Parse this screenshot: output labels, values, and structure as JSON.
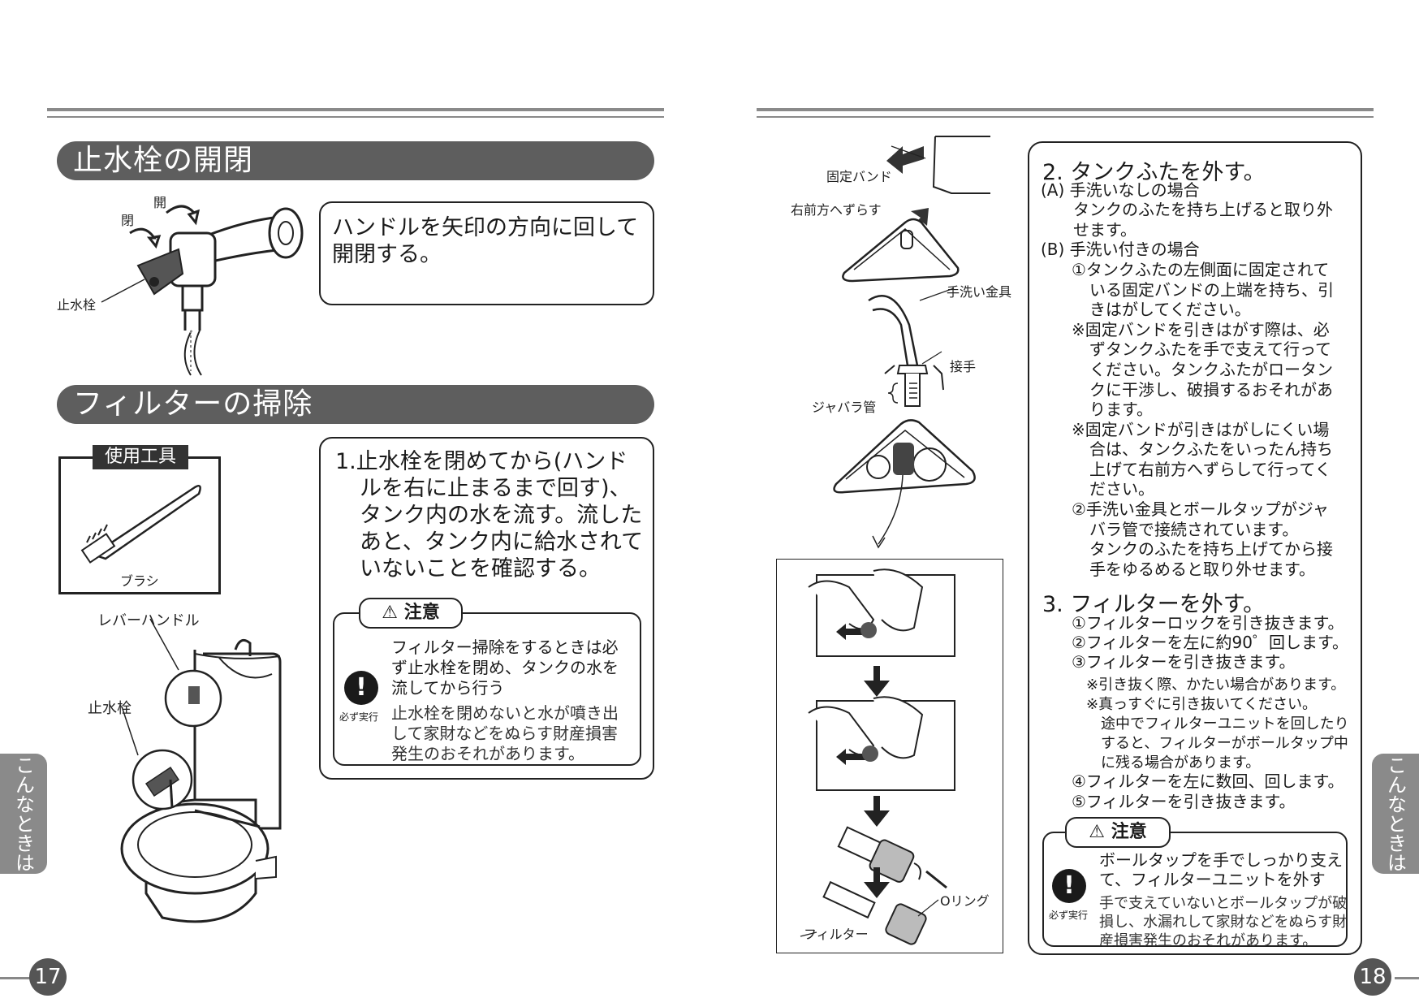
{
  "left": {
    "section1": {
      "title": "止水栓の開閉",
      "labels": {
        "open": "開",
        "close": "閉",
        "valve": "止水栓"
      },
      "instruction": "ハンドルを矢印の方向に回して開閉する。"
    },
    "section2": {
      "title": "フィルターの掃除",
      "tools_title": "使用工具",
      "brush_label": "ブラシ",
      "lever_label": "レバーハンドル",
      "valve_label": "止水栓",
      "step1": [
        "1.止水栓を閉めてから(ハンド",
        "ルを右に止まるまで回す)、",
        "タンク内の水を流す。流した",
        "あと、タンク内に給水されて",
        "いないことを確認する。"
      ],
      "caution": {
        "title": "注意",
        "bold_lines": [
          "フィルター掃除をするときは必",
          "ず止水栓を閉め、タンクの水を",
          "流してから行う"
        ],
        "must_label": "必ず実行",
        "lines": [
          "止水栓を閉めないと水が噴き出",
          "して家財などをぬらす財産損害",
          "発生のおそれがあります。"
        ]
      }
    },
    "side_tab": "こんなときは",
    "page_number": "17"
  },
  "right": {
    "diagram_labels": {
      "band": "固定バンド",
      "shift": "右前方へずらす",
      "faucet": "手洗い金具",
      "joint": "接手",
      "bellows": "ジャバラ管",
      "oring": "Oリング",
      "filter": "フィルター"
    },
    "step2": {
      "title": "2. タンクふたを外す。",
      "a_head": "(A) 手洗いなしの場合",
      "a_lines": [
        "タンクのふたを持ち上げると取り外",
        "せます。"
      ],
      "b_head": "(B) 手洗い付きの場合",
      "b1": [
        "①タンクふたの左側面に固定されて",
        "いる固定バンドの上端を持ち、引",
        "きはがしてください。"
      ],
      "n1": [
        "※固定バンドを引きはがす際は、必",
        "ずタンクふたを手で支えて行って",
        "ください。タンクふたがロータン",
        "クに干渉し、破損するおそれがあ",
        "ります。"
      ],
      "n2": [
        "※固定バンドが引きはがしにくい場",
        "合は、タンクふたをいったん持ち",
        "上げて右前方へずらして行ってく",
        "ださい。"
      ],
      "b2": [
        "②手洗い金具とボールタップがジャ",
        "バラ管で接続されています。",
        "タンクのふたを持ち上げてから接",
        "手をゆるめると取り外せます。"
      ]
    },
    "step3": {
      "title": "3. フィルターを外す。",
      "items": [
        "①フィルターロックを引き抜きます。",
        "②フィルターを左に約90゜回します。",
        "③フィルターを引き抜きます。"
      ],
      "notes": [
        "※引き抜く際、かたい場合があります。",
        "※真っすぐに引き抜いてください。"
      ],
      "note_cont": [
        "途中でフィルターユニットを回したり",
        "すると、フィルターがボールタップ中",
        "に残る場合があります。"
      ],
      "items2": [
        "④フィルターを左に数回、回します。",
        "⑤フィルターを引き抜きます。"
      ]
    },
    "caution": {
      "title": "注意",
      "bold_lines": [
        "ボールタップを手でしっかり支え",
        "て、フィルターユニットを外す"
      ],
      "must_label": "必ず実行",
      "lines": [
        "手で支えていないとボールタップが破",
        "損し、水漏れして家財などをぬらす財",
        "産損害発生のおそれがあります。"
      ]
    },
    "side_tab": "こんなときは",
    "page_number": "18"
  }
}
